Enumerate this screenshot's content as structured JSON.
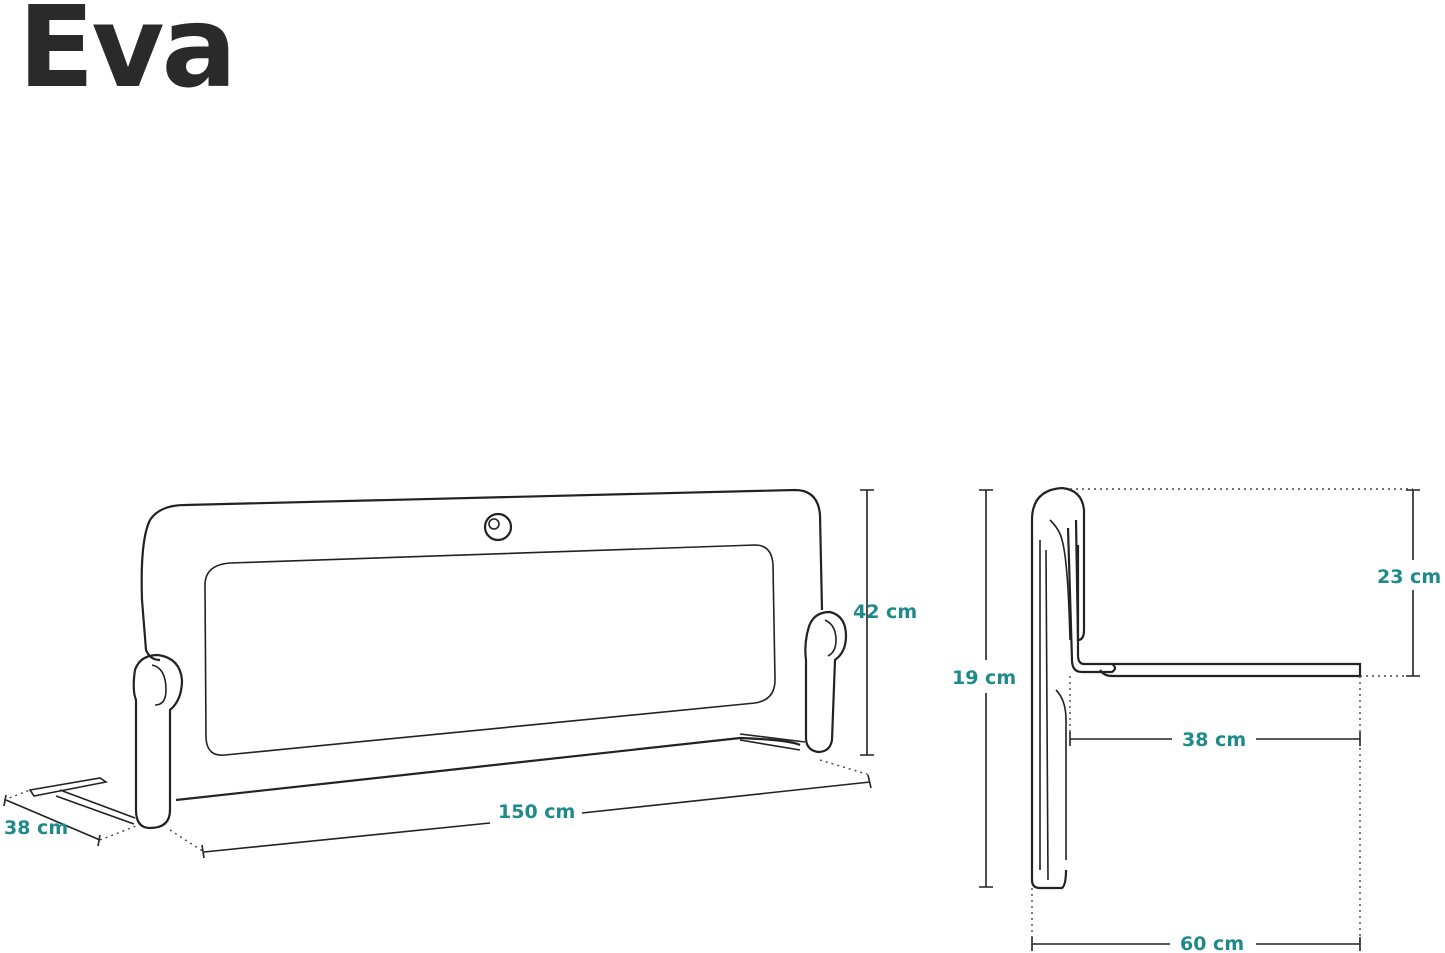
{
  "title": "Eva",
  "colors": {
    "label": "#1f8a8a",
    "outline": "#222222",
    "title": "#2a2a2a"
  },
  "front_view": {
    "width_label": "150 cm",
    "height_label": "42 cm",
    "depth_label": "38 cm"
  },
  "side_view": {
    "upper_height_label": "23 cm",
    "total_height_label": "19 cm",
    "arm_length_label": "38 cm",
    "base_length_label": "60 cm"
  }
}
